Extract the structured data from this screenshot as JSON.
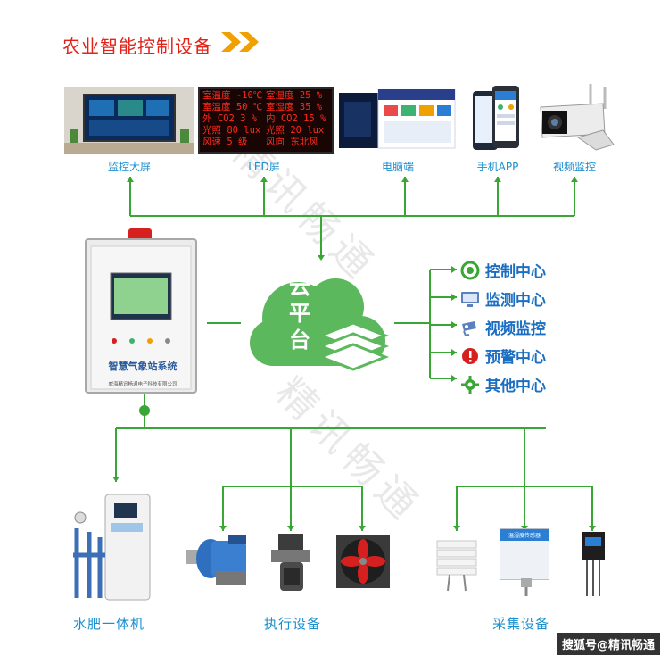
{
  "title": "农业智能控制设备",
  "top_devices": [
    {
      "label": "监控大屏"
    },
    {
      "label": "LED屏"
    },
    {
      "label": "电脑端"
    },
    {
      "label": "手机APP"
    },
    {
      "label": "视频监控"
    }
  ],
  "led_screen": {
    "rows": [
      [
        "室温度 -10℃",
        "室湿度 25 %"
      ],
      [
        "室温度 50 ℃",
        "室湿度 35 %"
      ],
      [
        "外 CO2 3 %",
        "内 CO2 15 %"
      ],
      [
        "光照 80 lux",
        "光照 20 lux"
      ],
      [
        "风速 5 级",
        "风向 东北风"
      ]
    ]
  },
  "cloud": {
    "label": "云平台"
  },
  "station": {
    "name": "智慧气象站系统",
    "company": "威海精讯畅通电子科技有限公司"
  },
  "centers": [
    {
      "label": "控制中心",
      "icon": "target-icon"
    },
    {
      "label": "监测中心",
      "icon": "monitor-icon"
    },
    {
      "label": "视频监控",
      "icon": "camera-icon"
    },
    {
      "label": "预警中心",
      "icon": "alert-icon"
    },
    {
      "label": "其他中心",
      "icon": "gear-icon"
    }
  ],
  "bottom_groups": [
    {
      "label": "水肥一体机"
    },
    {
      "label": "执行设备"
    },
    {
      "label": "采集设备"
    }
  ],
  "sensor_box": {
    "label": "温湿度传感器"
  },
  "watermark": "精讯畅通",
  "footer": "搜狐号@精讯畅通",
  "colors": {
    "title": "#e2231a",
    "line": "#3aa635",
    "label": "#1a8fce",
    "center_text": "#1b6ec2",
    "cloud": "#5cb85c"
  }
}
